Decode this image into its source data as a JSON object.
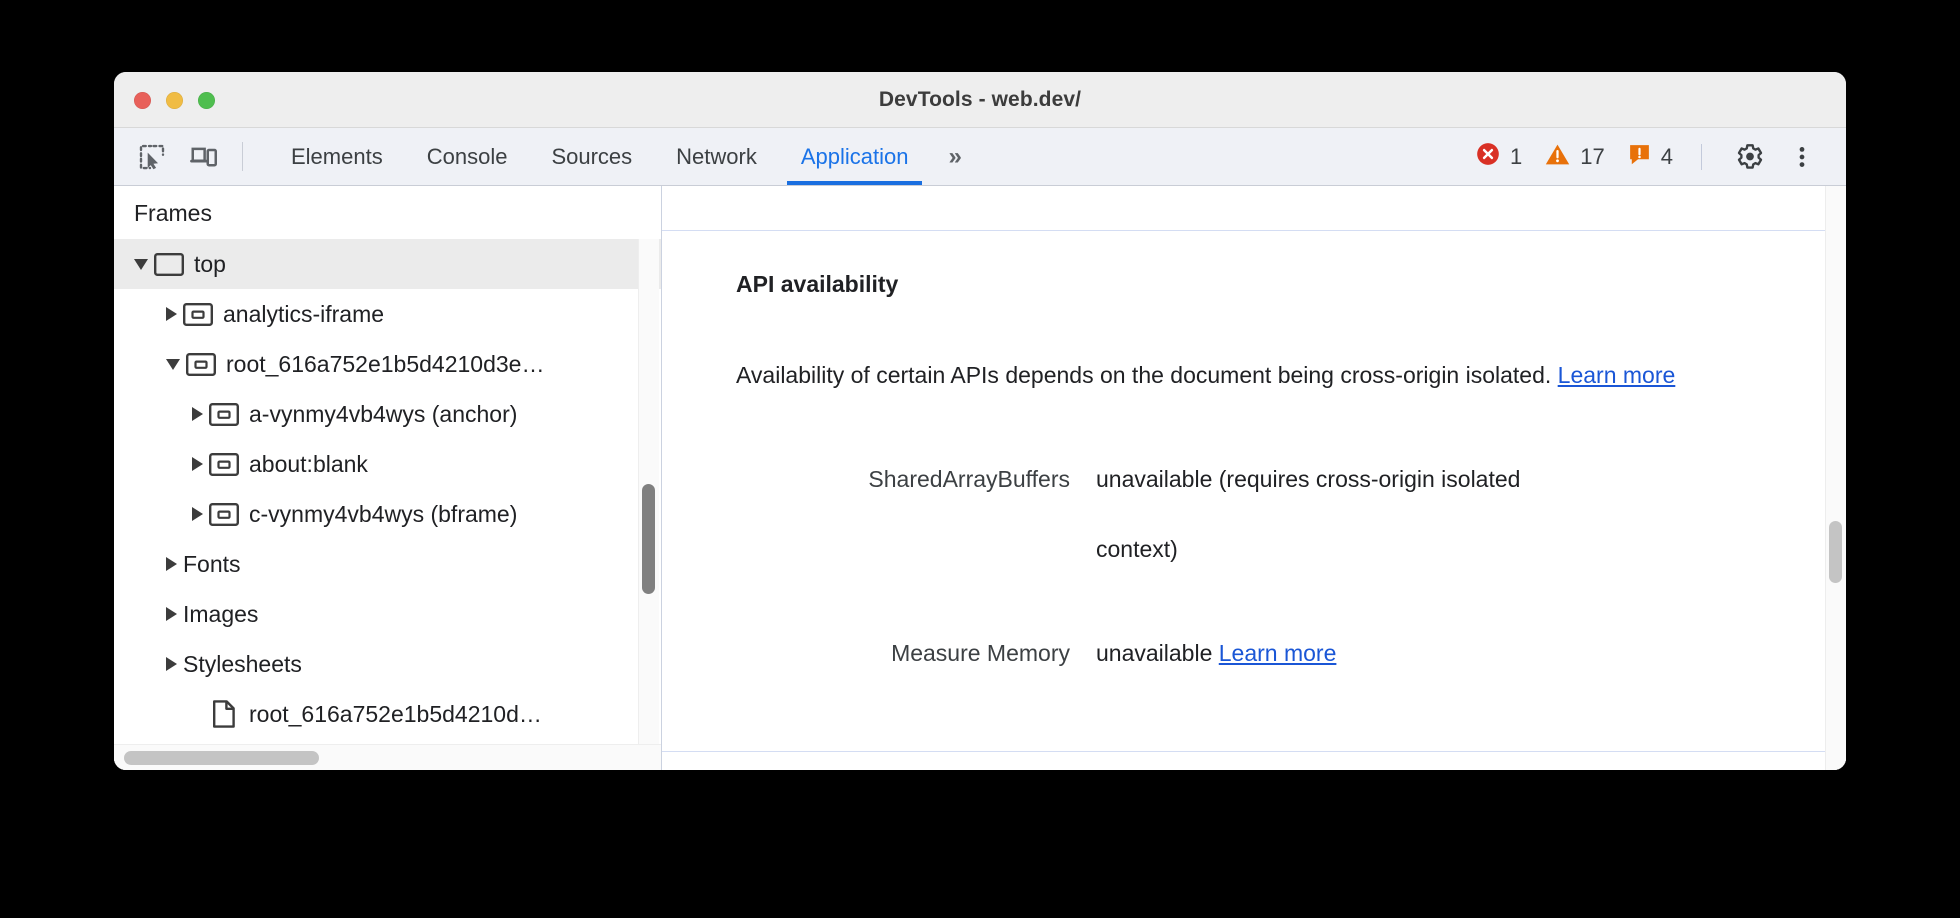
{
  "window": {
    "title": "DevTools - web.dev/",
    "traffic_lights": [
      {
        "name": "close",
        "color": "#e8605a"
      },
      {
        "name": "minimize",
        "color": "#f0bc44"
      },
      {
        "name": "maximize",
        "color": "#4fbe4f"
      }
    ]
  },
  "toolbar": {
    "inspect_icon": "inspect-element-icon",
    "device_icon": "device-toolbar-icon",
    "tabs": [
      {
        "label": "Elements",
        "active": false
      },
      {
        "label": "Console",
        "active": false
      },
      {
        "label": "Sources",
        "active": false
      },
      {
        "label": "Network",
        "active": false
      },
      {
        "label": "Application",
        "active": true
      }
    ],
    "more_tabs_label": "»",
    "counters": [
      {
        "name": "errors",
        "icon": "error-icon",
        "count": "1",
        "color": "#d93025"
      },
      {
        "name": "warnings",
        "icon": "warning-icon",
        "count": "17",
        "color": "#e8710a"
      },
      {
        "name": "issues",
        "icon": "issue-icon",
        "count": "4",
        "color": "#e8710a"
      }
    ],
    "settings_icon": "gear-icon",
    "menu_icon": "more-vertical-icon",
    "accent_color": "#1a73e8"
  },
  "sidebar": {
    "header": "Frames",
    "tree": [
      {
        "label": "top",
        "indent": 0,
        "twisty": "open",
        "icon": "frame-top-icon",
        "selected": true
      },
      {
        "label": "analytics-iframe",
        "indent": 1,
        "twisty": "closed",
        "icon": "iframe-icon",
        "selected": false
      },
      {
        "label": "root_616a752e1b5d4210d3e…",
        "indent": 1,
        "twisty": "open",
        "icon": "iframe-icon",
        "selected": false
      },
      {
        "label": "a-vynmy4vb4wys (anchor)",
        "indent": 2,
        "twisty": "closed",
        "icon": "iframe-icon",
        "selected": false
      },
      {
        "label": "about:blank",
        "indent": 2,
        "twisty": "closed",
        "icon": "iframe-icon",
        "selected": false
      },
      {
        "label": "c-vynmy4vb4wys (bframe)",
        "indent": 2,
        "twisty": "closed",
        "icon": "iframe-icon",
        "selected": false
      },
      {
        "label": "Fonts",
        "indent": 1,
        "twisty": "closed",
        "icon": "none",
        "selected": false
      },
      {
        "label": "Images",
        "indent": 1,
        "twisty": "closed",
        "icon": "none",
        "selected": false
      },
      {
        "label": "Stylesheets",
        "indent": 1,
        "twisty": "closed",
        "icon": "none",
        "selected": false
      },
      {
        "label": "root_616a752e1b5d4210d…",
        "indent": 2,
        "twisty": "none",
        "icon": "document-icon",
        "selected": false
      }
    ]
  },
  "main": {
    "heading": "API availability",
    "description_part1": "Availability of certain APIs depends on the document being cross-origin isolated. ",
    "description_link": "Learn more",
    "rows": [
      {
        "key": "SharedArrayBuffers",
        "value": "unavailable",
        "note": "(requires cross-origin isolated context)",
        "link": ""
      },
      {
        "key": "Measure Memory",
        "value": "unavailable",
        "note": "",
        "link": "Learn more"
      }
    ]
  }
}
